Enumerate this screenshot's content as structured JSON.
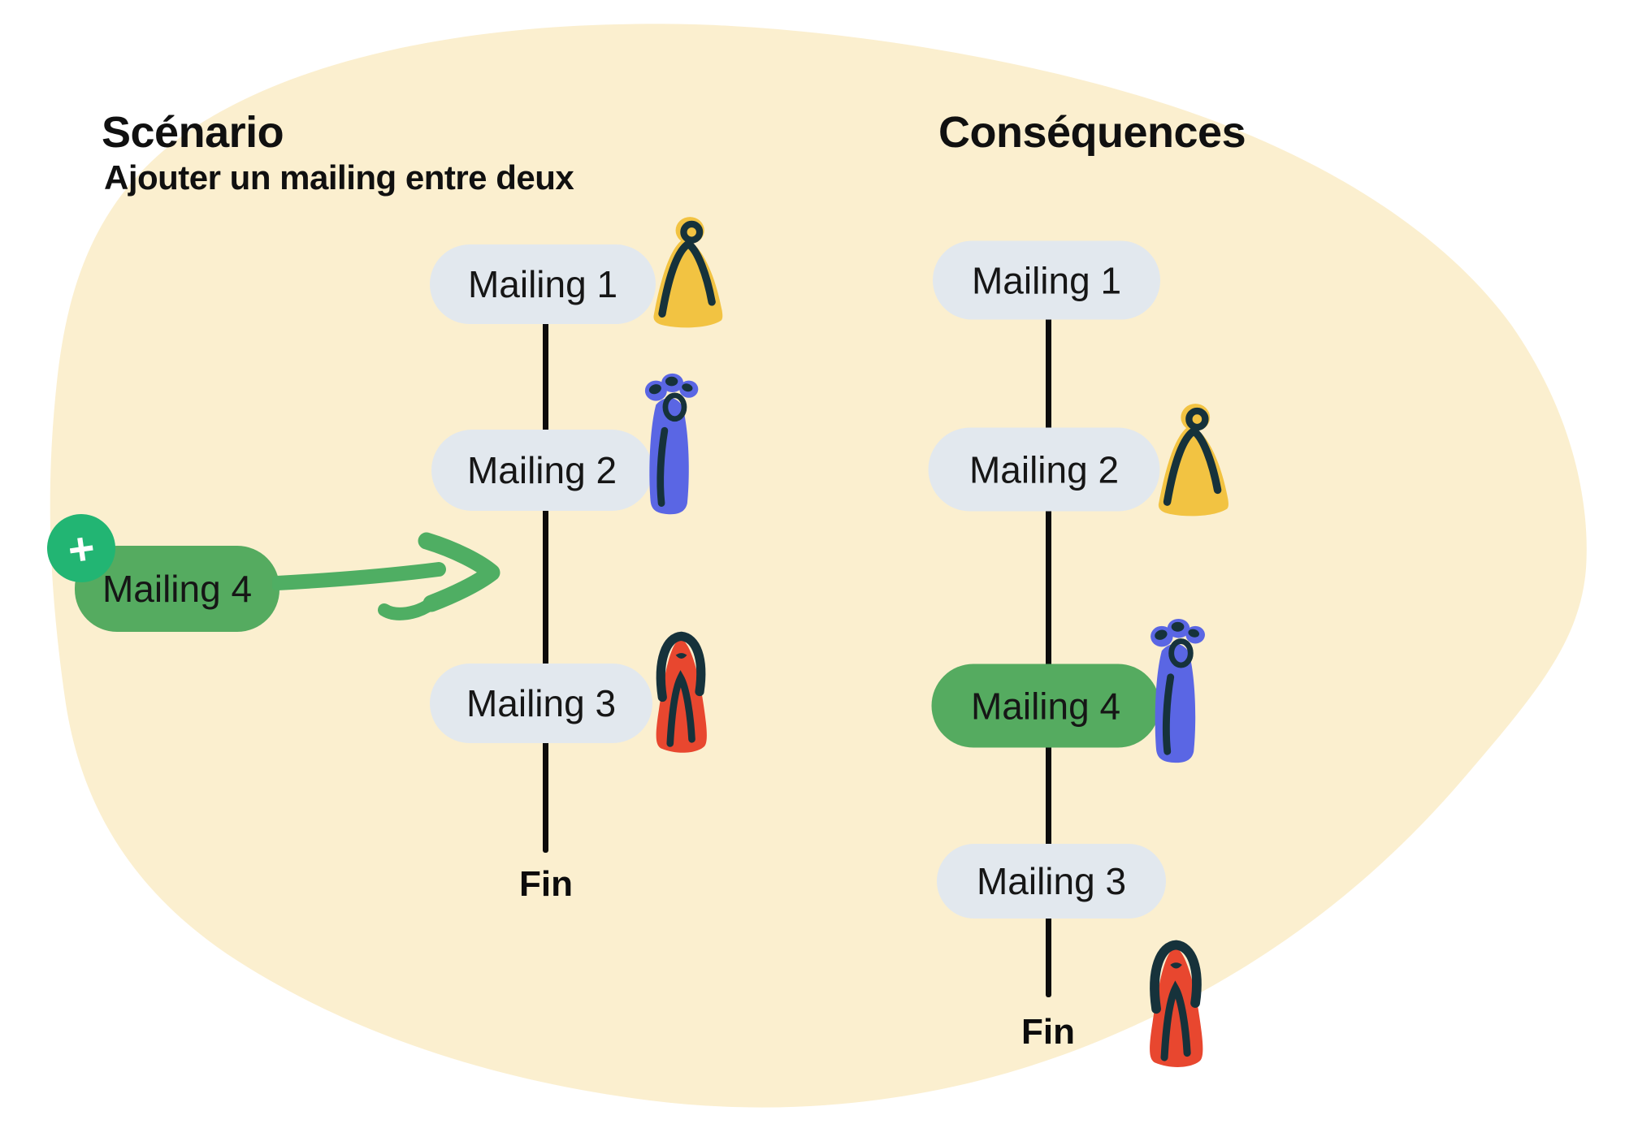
{
  "scenario": {
    "title": "Scénario",
    "subtitle": "Ajouter un mailing entre deux",
    "nodes": [
      {
        "label": "Mailing 1",
        "icon": "person-yellow-icon"
      },
      {
        "label": "Mailing 2",
        "icon": "person-blue-icon"
      },
      {
        "label": "Mailing 3",
        "icon": "person-red-icon"
      }
    ],
    "end_label": "Fin",
    "insert": {
      "badge": "+",
      "label": "Mailing 4",
      "icon": "arrow-right-icon"
    }
  },
  "consequences": {
    "title": "Conséquences",
    "nodes": [
      {
        "label": "Mailing 1",
        "icon": ""
      },
      {
        "label": "Mailing 2",
        "icon": "person-yellow-icon"
      },
      {
        "label": "Mailing 4",
        "icon": "person-blue-icon",
        "highlighted": true
      },
      {
        "label": "Mailing 3",
        "icon": ""
      }
    ],
    "end_label": "Fin",
    "end_icon": "person-red-icon"
  },
  "colors": {
    "page_background": "#FFFFFF",
    "blob_background": "#FBEFCF",
    "pill_default": "#E2E8EE",
    "pill_highlight_green": "#55AB60",
    "plus_badge_green": "#22B573",
    "arrow_green": "#4FAE63",
    "figure_yellow": "#F2C342",
    "figure_blue": "#5A66E4",
    "figure_red": "#E8472F",
    "figure_outline_dark": "#16323B",
    "timeline_line": "#0C0C0C",
    "text": "#121212"
  }
}
